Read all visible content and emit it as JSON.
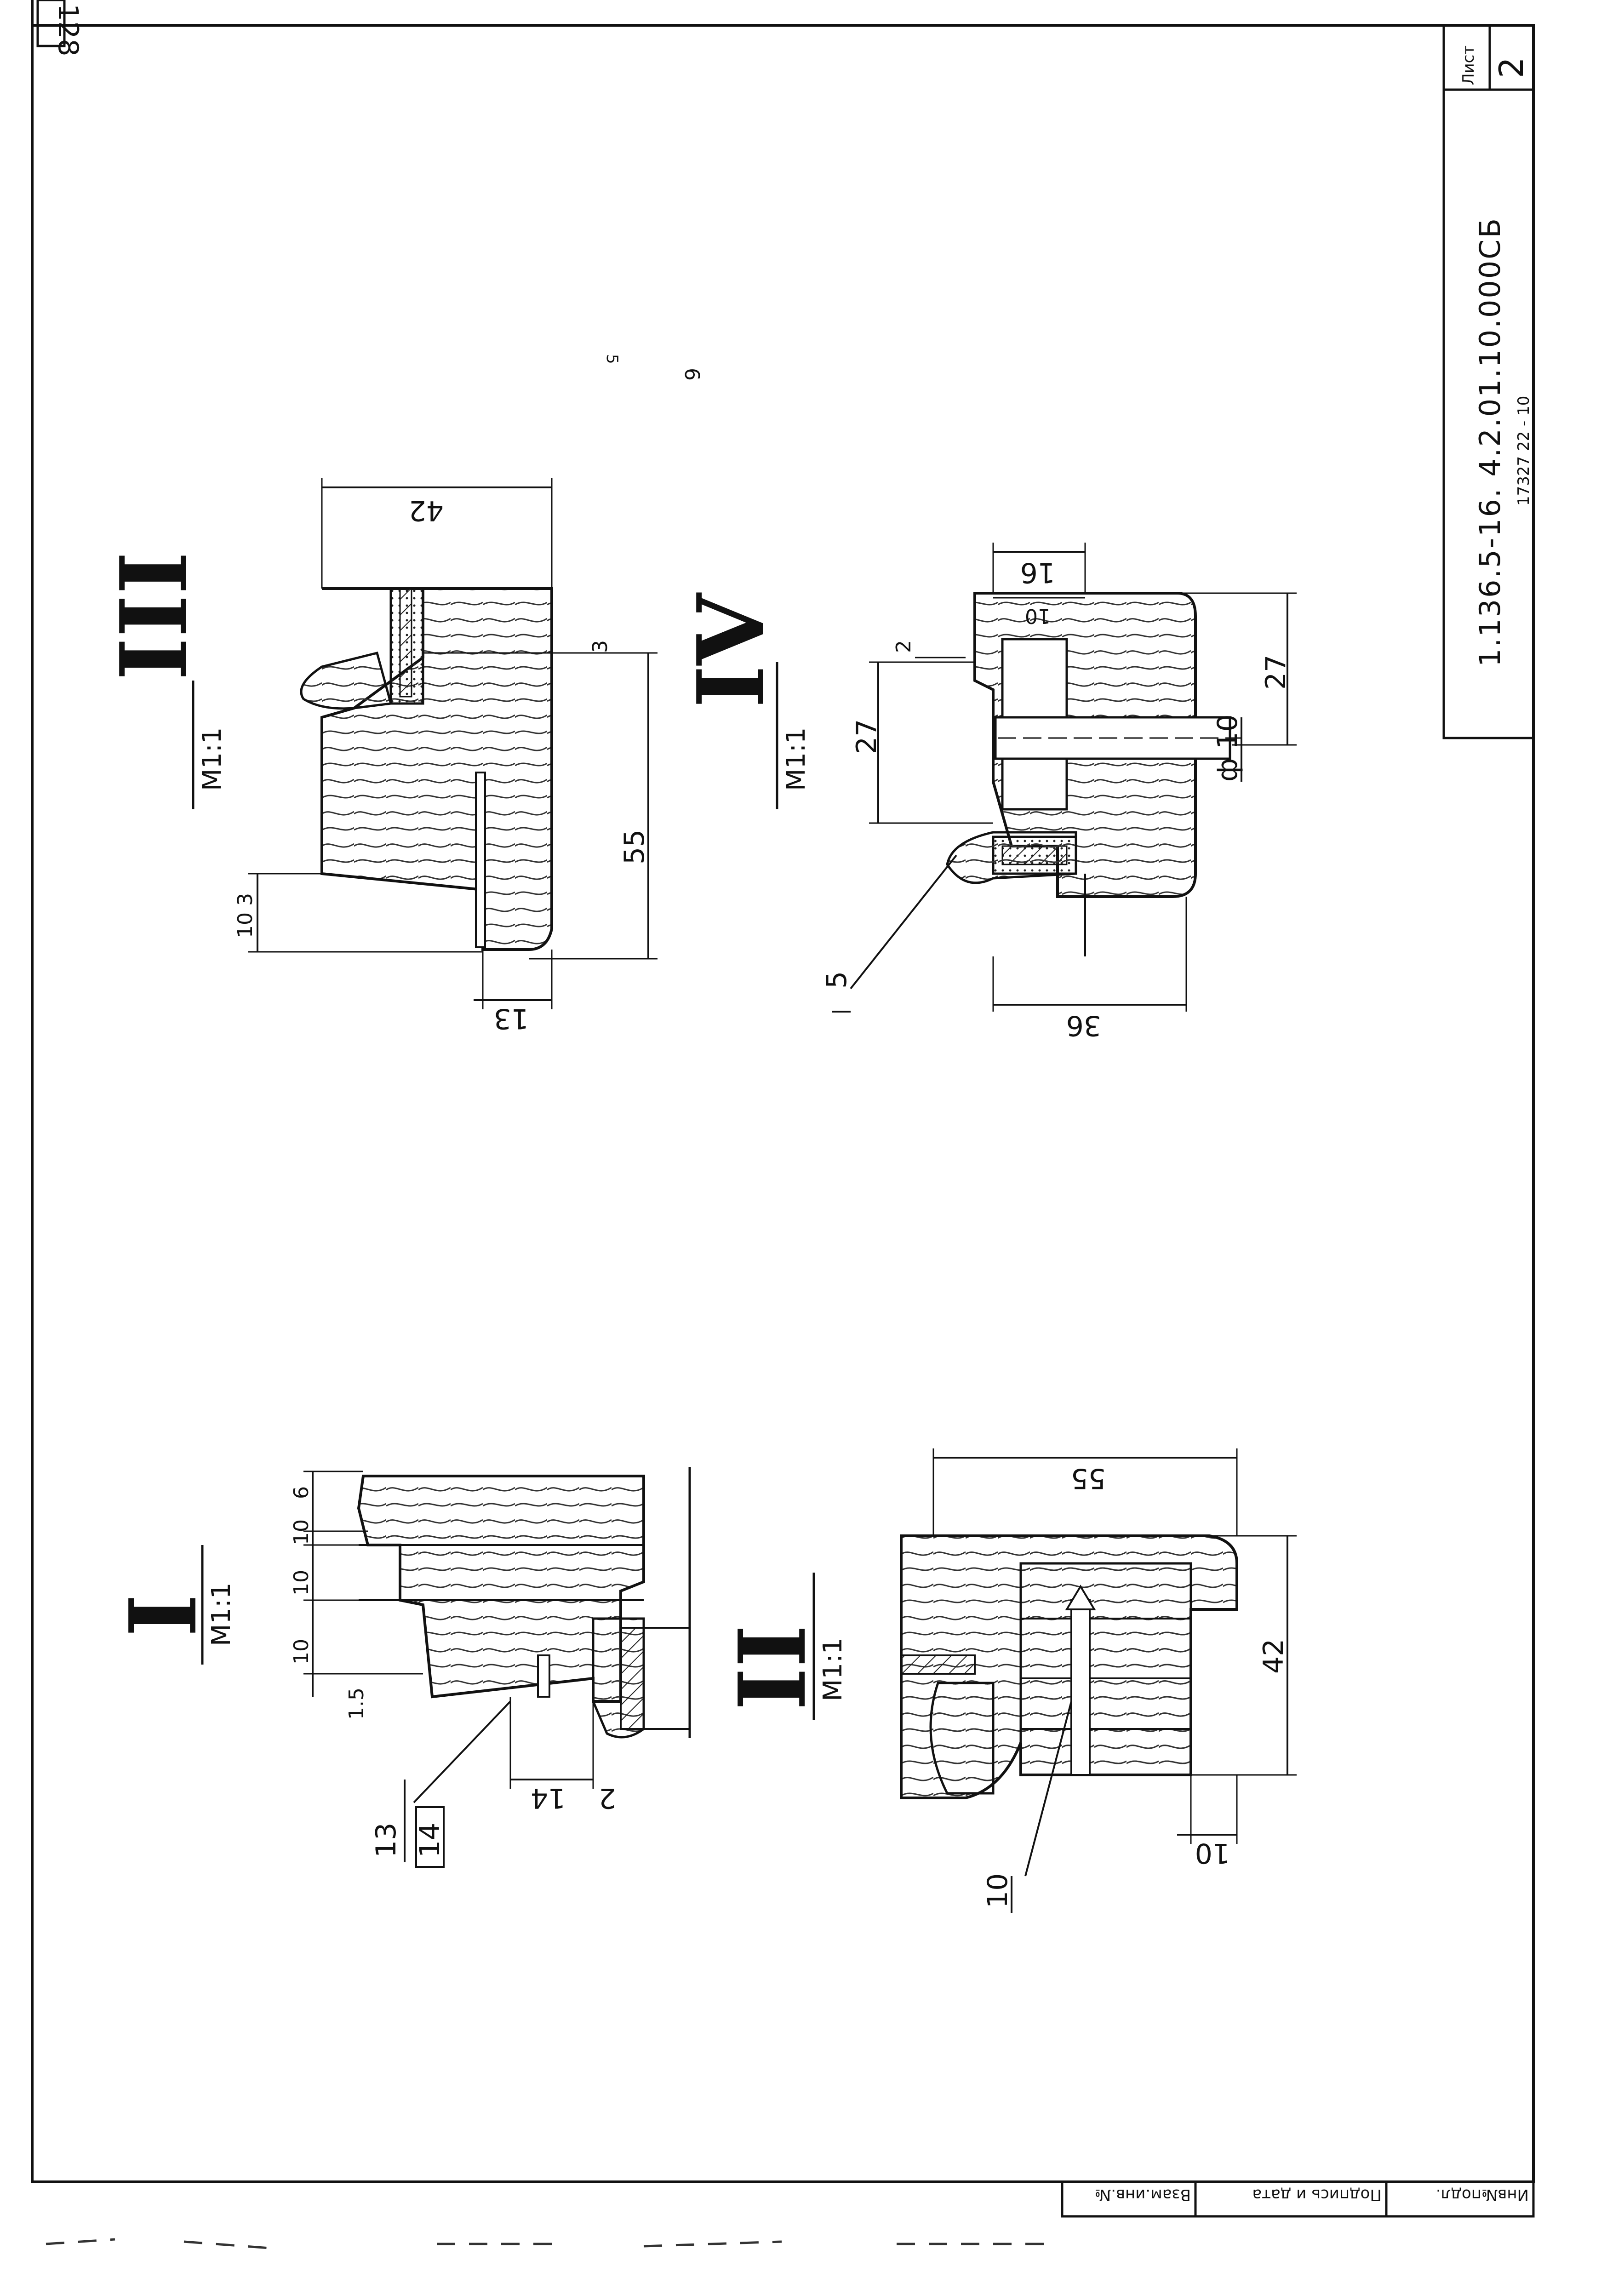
{
  "corner_number": "128",
  "title_block": {
    "sheet_label": "Лист",
    "sheet_number": "2",
    "document_code": "1.136.5-16. 4.2.01.10.000СБ",
    "faint_text": "17327 22 - 10"
  },
  "margin_stamp": {
    "inv_original": "Инв№подл.",
    "signature_date": "Подпись и дата",
    "replaced_inv": "Взам.инв.№"
  },
  "sections": {
    "I": {
      "numeral": "I",
      "scale": "М1:1",
      "dims": [
        "10",
        "10",
        "10",
        "6",
        "1.5",
        "14",
        "2"
      ],
      "leader_top": "13",
      "leader_bottom": "14"
    },
    "II": {
      "numeral": "II",
      "scale": "М1:1",
      "dims": [
        "55",
        "42",
        "10"
      ],
      "leader": "10"
    },
    "III": {
      "numeral": "III",
      "scale": "М1:1",
      "dims": [
        "42",
        "3",
        "55",
        "10",
        "3",
        "13"
      ]
    },
    "IV": {
      "numeral": "IV",
      "scale": "М1:1",
      "dims": [
        "2",
        "16",
        "10",
        "27",
        "27",
        "10",
        "36"
      ],
      "dia_symbol": "ф",
      "leader": "5"
    }
  },
  "stray_marks": [
    "6",
    "5"
  ]
}
